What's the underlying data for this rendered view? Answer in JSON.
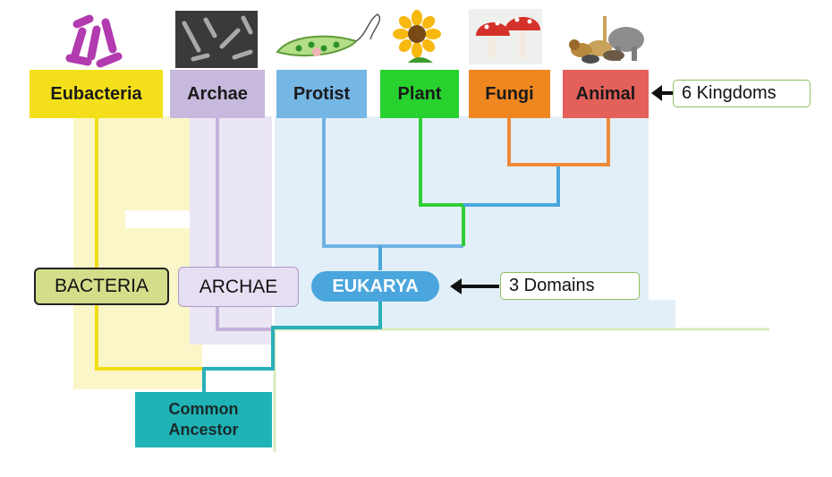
{
  "kingdoms": {
    "eubacteria": "Eubacteria",
    "archae": "Archae",
    "protist": "Protist",
    "plant": "Plant",
    "fungi": "Fungi",
    "animal": "Animal"
  },
  "domains": {
    "bacteria": "BACTERIA",
    "archae": "ARCHAE",
    "eukarya": "EUKARYA"
  },
  "annotations": {
    "kingdoms_count": "6 Kingdoms",
    "domains_count": "3 Domains"
  },
  "root": {
    "line1": "Common",
    "line2": "Ancestor"
  },
  "colors": {
    "eubacteria": "#f4e01a",
    "archae": "#c7b8dd",
    "protist": "#74b6e4",
    "plant": "#27d12e",
    "fungi": "#ef8720",
    "animal": "#e4605a",
    "root": "#1fb3b6",
    "eukarya": "#4aa6dd"
  },
  "icons": [
    "bacteria-image",
    "archaea-image",
    "euglena-image",
    "sunflower-image",
    "mushroom-image",
    "animals-image"
  ]
}
